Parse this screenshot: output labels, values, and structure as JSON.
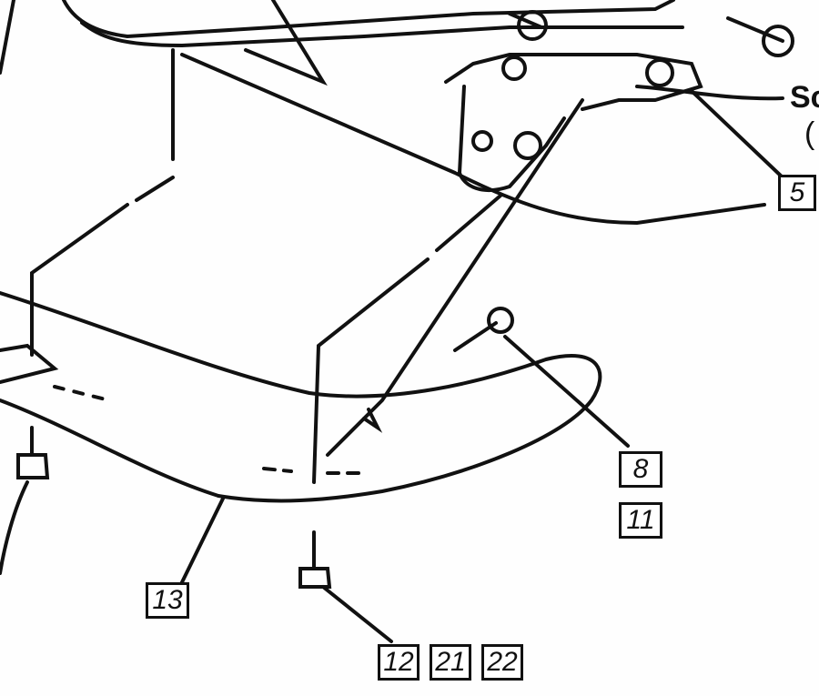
{
  "diagram": {
    "callouts": {
      "c5": "5",
      "c8": "8",
      "c11": "11",
      "c13": "13",
      "c12": "12",
      "c21": "21",
      "c22": "22"
    },
    "partial_text": {
      "line1": "Sc",
      "line2": "("
    }
  }
}
